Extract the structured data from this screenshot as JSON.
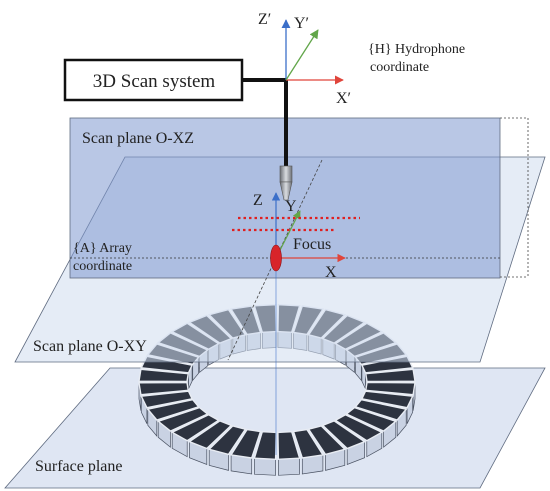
{
  "labels": {
    "scan_system": "3D Scan system",
    "hydrophone_line1": "{H} Hydrophone",
    "hydrophone_line2": "coordinate",
    "scan_plane_xz": "Scan plane O-XZ",
    "scan_plane_xy": "Scan plane O-XY",
    "surface_plane": "Surface plane",
    "array_line1": "{A} Array",
    "array_line2": "coordinate",
    "focus": "Focus"
  },
  "axes": {
    "hydrophone": {
      "x": "X′",
      "y": "Y′",
      "z": "Z′"
    },
    "array": {
      "x": "X",
      "y": "Y",
      "z": "Z"
    }
  },
  "colors": {
    "xz_plane_fill": "#7f99cf",
    "xy_plane_fill": "#cfdcef",
    "surface_plane_fill": "#dfe6f3",
    "plane_edge": "#5f6b80",
    "x_axis": "#e0453b",
    "y_axis": "#62a64a",
    "z_axis": "#3b6fc9",
    "focus": "#d8242a",
    "dotted_line": "#e02020",
    "transducer_dark": "#2d3340",
    "transducer_light": "#c9d2e3"
  }
}
